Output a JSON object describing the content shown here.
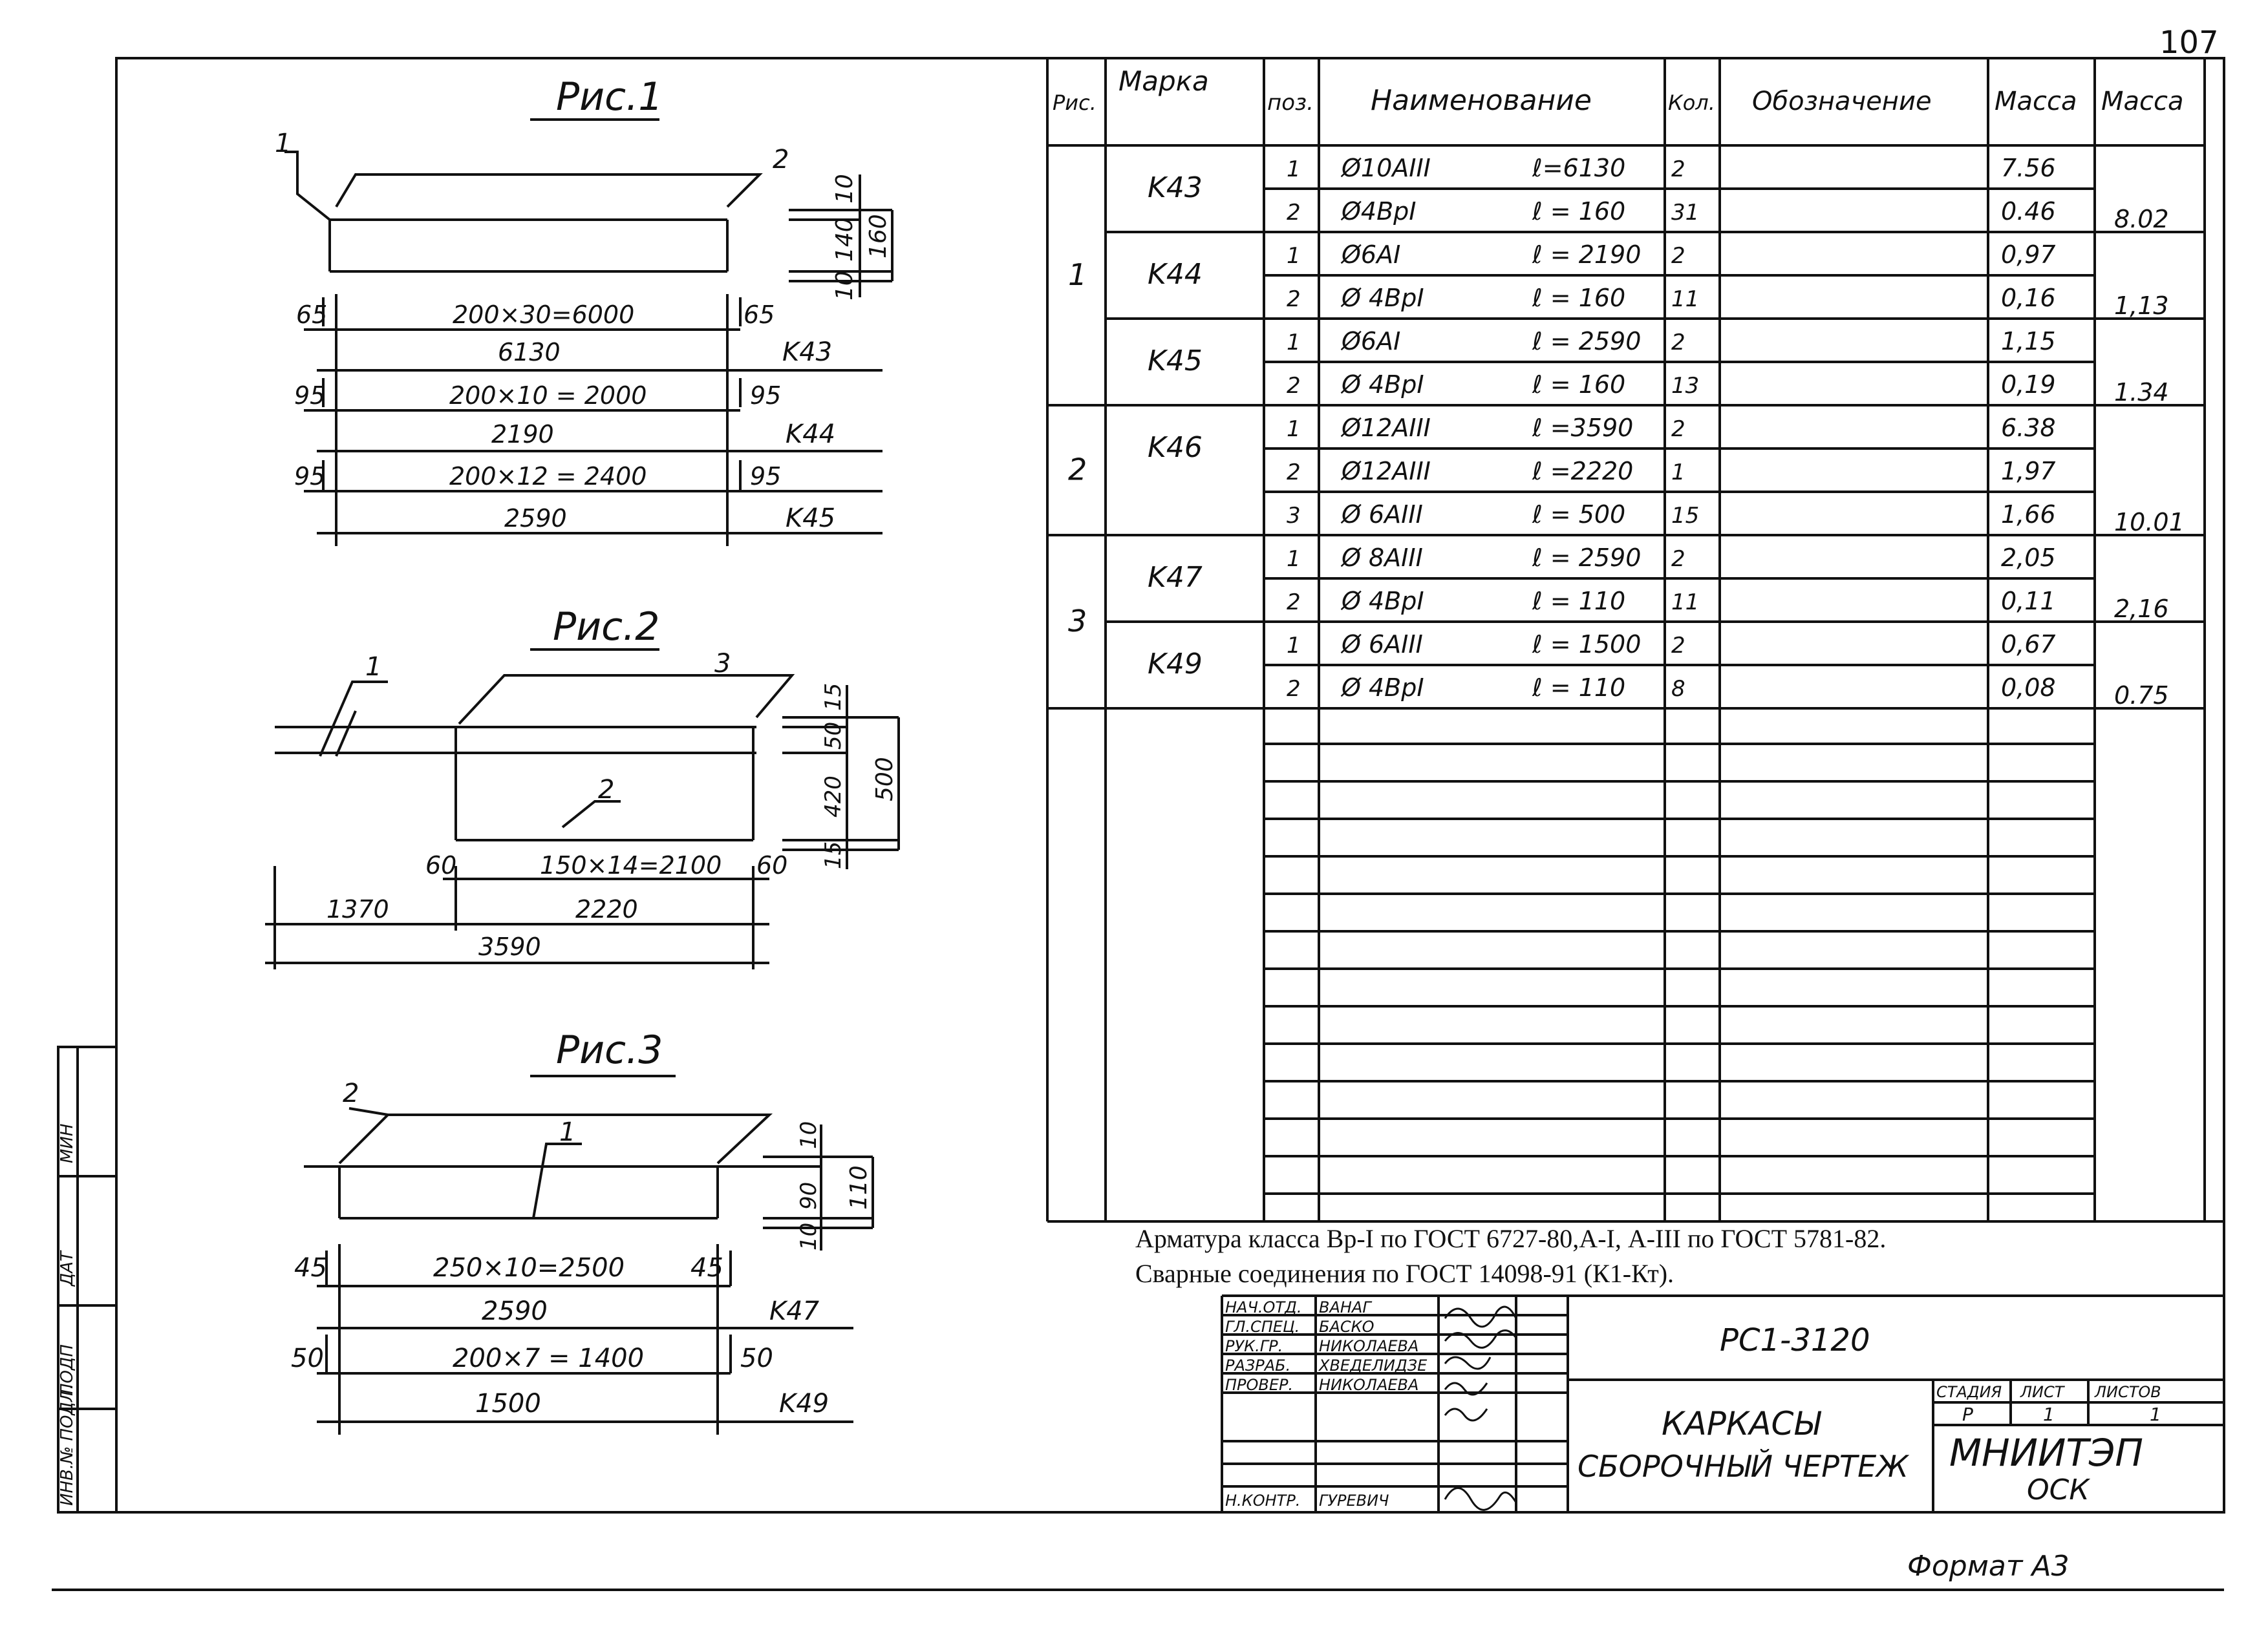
{
  "page_number": "107",
  "figures": [
    {
      "title": "Рис.1",
      "pos_labels": [
        "1",
        "2"
      ],
      "vdims": [
        "10",
        "140",
        "10",
        "160"
      ],
      "rows": [
        {
          "left": "65",
          "formula": "200×30=6000",
          "right": "65",
          "total": "6130",
          "mark": "K43"
        },
        {
          "left": "95",
          "formula": "200×10 = 2000",
          "right": "95",
          "total": "2190",
          "mark": "K44"
        },
        {
          "left": "95",
          "formula": "200×12 = 2400",
          "right": "95",
          "total": "2590",
          "mark": "K45"
        }
      ]
    },
    {
      "title": "Рис.2",
      "pos_labels": [
        "1",
        "3",
        "2"
      ],
      "vdims": [
        "15",
        "50",
        "420",
        "15",
        "500"
      ],
      "left": "60",
      "formula": "150×14=2100",
      "right": "60",
      "d1": "1370",
      "d2": "2220",
      "total": "3590"
    },
    {
      "title": "Рис.3",
      "pos_labels": [
        "2",
        "1"
      ],
      "vdims": [
        "10",
        "90",
        "10",
        "110"
      ],
      "rows": [
        {
          "left": "45",
          "formula": "250×10=2500",
          "right": "45",
          "total": "2590",
          "mark": "K47"
        },
        {
          "left": "50",
          "formula": "200×7 = 1400",
          "right": "50",
          "total": "1500",
          "mark": "K49"
        }
      ]
    }
  ],
  "spec_table": {
    "headers": [
      "Рис.",
      "Марка",
      "поз.",
      "Наименование",
      "Кол.",
      "Обозначение",
      "Масса",
      "Масса"
    ],
    "rows": [
      {
        "fig": "1",
        "mark": "K43",
        "pos": "1",
        "name": "Ø10AIII",
        "len": "ℓ=6130",
        "qty": "2",
        "mass": "7.56",
        "total": ""
      },
      {
        "fig": "",
        "mark": "",
        "pos": "2",
        "name": "Ø4BpI",
        "len": "ℓ = 160",
        "qty": "31",
        "mass": "0.46",
        "total": "8.02"
      },
      {
        "fig": "",
        "mark": "K44",
        "pos": "1",
        "name": "Ø6AI",
        "len": "ℓ = 2190",
        "qty": "2",
        "mass": "0,97",
        "total": ""
      },
      {
        "fig": "",
        "mark": "",
        "pos": "2",
        "name": "Ø 4BpI",
        "len": "ℓ = 160",
        "qty": "11",
        "mass": "0,16",
        "total": "1,13"
      },
      {
        "fig": "",
        "mark": "K45",
        "pos": "1",
        "name": "Ø6AI",
        "len": "ℓ = 2590",
        "qty": "2",
        "mass": "1,15",
        "total": ""
      },
      {
        "fig": "",
        "mark": "",
        "pos": "2",
        "name": "Ø 4BpI",
        "len": "ℓ = 160",
        "qty": "13",
        "mass": "0,19",
        "total": "1.34"
      },
      {
        "fig": "2",
        "mark": "K46",
        "pos": "1",
        "name": "Ø12AIII",
        "len": "ℓ =3590",
        "qty": "2",
        "mass": "6.38",
        "total": ""
      },
      {
        "fig": "",
        "mark": "",
        "pos": "2",
        "name": "Ø12AIII",
        "len": "ℓ =2220",
        "qty": "1",
        "mass": "1,97",
        "total": ""
      },
      {
        "fig": "",
        "mark": "",
        "pos": "3",
        "name": "Ø 6AIII",
        "len": "ℓ = 500",
        "qty": "15",
        "mass": "1,66",
        "total": "10.01"
      },
      {
        "fig": "3",
        "mark": "K47",
        "pos": "1",
        "name": "Ø 8AIII",
        "len": "ℓ = 2590",
        "qty": "2",
        "mass": "2,05",
        "total": ""
      },
      {
        "fig": "",
        "mark": "",
        "pos": "2",
        "name": "Ø 4BpI",
        "len": "ℓ = 110",
        "qty": "11",
        "mass": "0,11",
        "total": "2,16"
      },
      {
        "fig": "",
        "mark": "K49",
        "pos": "1",
        "name": "Ø 6AIII",
        "len": "ℓ = 1500",
        "qty": "2",
        "mass": "0,67",
        "total": ""
      },
      {
        "fig": "",
        "mark": "",
        "pos": "2",
        "name": "Ø 4BpI",
        "len": "ℓ = 110",
        "qty": "8",
        "mass": "0,08",
        "total": "0.75"
      }
    ]
  },
  "notes": [
    "Арматура  класса Вр-I по ГОСТ 6727-80,А-I, А-III по ГОСТ 5781-82.",
    "Сварные соединения по ГОСТ 14098-91 (К1-Кт)."
  ],
  "title_block": {
    "roles": [
      {
        "role": "НАЧ.ОТД.",
        "name": "ВАНАГ"
      },
      {
        "role": "ГЛ.СПЕЦ.",
        "name": "БАСКО"
      },
      {
        "role": "РУК.ГР.",
        "name": "НИКОЛАЕВА"
      },
      {
        "role": "РАЗРАБ.",
        "name": "ХВЕДЕЛИДЗЕ"
      },
      {
        "role": "ПРОВЕР.",
        "name": "НИКОЛАЕВА"
      },
      {
        "role": "",
        "name": ""
      },
      {
        "role": "Н.КОНТР.",
        "name": "ГУРЕВИЧ"
      }
    ],
    "code": "РС1-3120",
    "title_line1": "КАРКАСЫ",
    "title_line2": "СБОРОЧНЫЙ  ЧЕРТЕЖ",
    "stage_hdr": "СТАДИЯ",
    "sheet_hdr": "ЛИСТ",
    "sheets_hdr": "ЛИСТОВ",
    "stage": "Р",
    "sheet": "1",
    "sheets": "1",
    "org1": "МНИИТЭП",
    "org2": "ОСК"
  },
  "side_stamp": [
    "МИН",
    "ДАТ",
    "ПОДП",
    "ИНВ.№ ПОДЛ."
  ],
  "format": "Формат А3"
}
